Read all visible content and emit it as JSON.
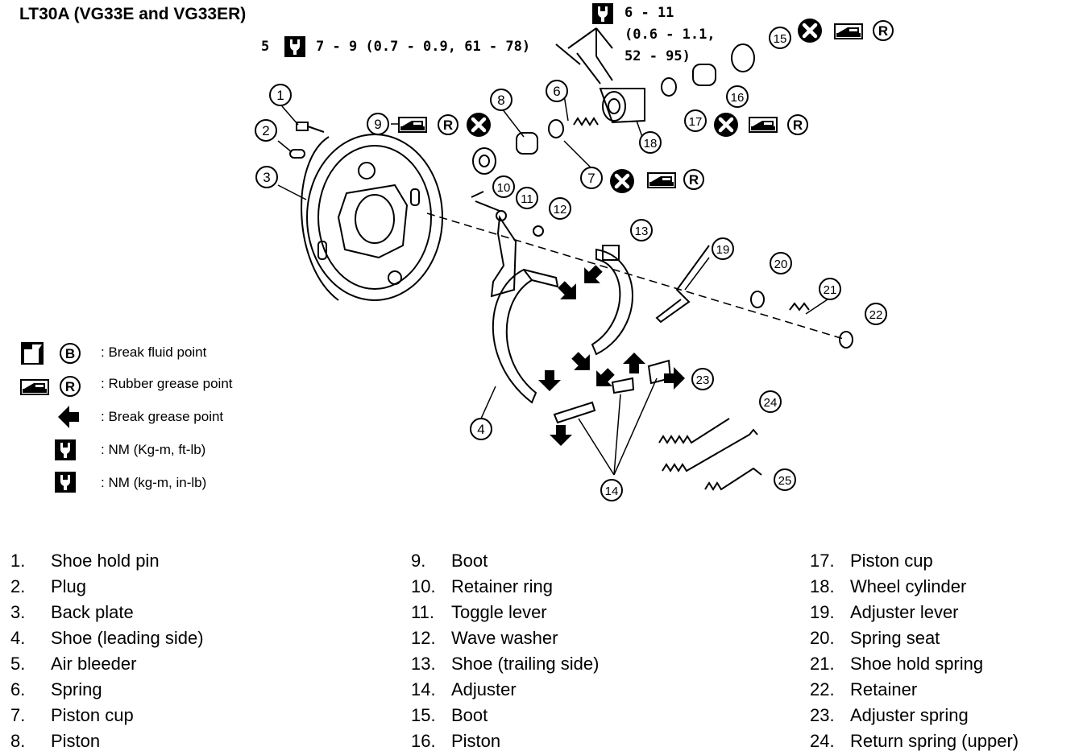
{
  "title": "LT30A (VG33E and VG33ER)",
  "torque": {
    "bleeder_prefix": "5",
    "bleeder_value": "7 - 9 (0.7 - 0.9, 61 - 78)",
    "cylinder_line1": "6 - 11",
    "cylinder_line2": "(0.6 - 1.1,",
    "cylinder_line3": "52 - 95)"
  },
  "callouts": [
    "1",
    "2",
    "3",
    "4",
    "6",
    "7",
    "8",
    "9",
    "10",
    "11",
    "12",
    "13",
    "14",
    "15",
    "16",
    "17",
    "18",
    "19",
    "20",
    "21",
    "22",
    "23",
    "24",
    "25"
  ],
  "symbol_letters": {
    "brake_fluid": "B",
    "rubber_grease": "R"
  },
  "legend": [
    {
      "text": ": Break fluid point"
    },
    {
      "text": ": Rubber grease point"
    },
    {
      "text": ": Break grease point"
    },
    {
      "text": ": NM (Kg-m, ft-lb)"
    },
    {
      "text": ": NM (kg-m, in-lb)"
    }
  ],
  "parts": [
    [
      {
        "num": "1.",
        "name": "Shoe hold pin"
      },
      {
        "num": "2.",
        "name": "Plug"
      },
      {
        "num": "3.",
        "name": "Back plate"
      },
      {
        "num": "4.",
        "name": "Shoe (leading side)"
      },
      {
        "num": "5.",
        "name": "Air bleeder"
      },
      {
        "num": "6.",
        "name": "Spring"
      },
      {
        "num": "7.",
        "name": "Piston cup"
      },
      {
        "num": "8.",
        "name": "Piston"
      }
    ],
    [
      {
        "num": "9.",
        "name": "Boot"
      },
      {
        "num": "10.",
        "name": "Retainer ring"
      },
      {
        "num": "11.",
        "name": "Toggle lever"
      },
      {
        "num": "12.",
        "name": "Wave washer"
      },
      {
        "num": "13.",
        "name": "Shoe (trailing side)"
      },
      {
        "num": "14.",
        "name": "Adjuster"
      },
      {
        "num": "15.",
        "name": "Boot"
      },
      {
        "num": "16.",
        "name": "Piston"
      }
    ],
    [
      {
        "num": "17.",
        "name": "Piston cup"
      },
      {
        "num": "18.",
        "name": "Wheel cylinder"
      },
      {
        "num": "19.",
        "name": "Adjuster lever"
      },
      {
        "num": "20.",
        "name": "Spring seat"
      },
      {
        "num": "21.",
        "name": "Shoe hold spring"
      },
      {
        "num": "22.",
        "name": "Retainer"
      },
      {
        "num": "23.",
        "name": "Adjuster spring"
      },
      {
        "num": "24.",
        "name": "Return spring (upper)"
      }
    ]
  ]
}
